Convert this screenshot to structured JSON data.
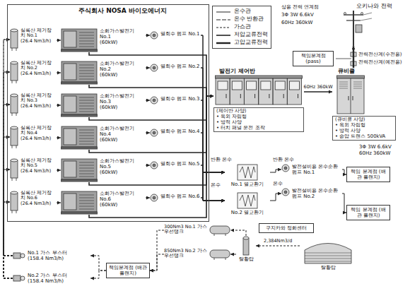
{
  "diagram": {
    "nodes": [
      {
        "text": [
          "주식회사 NOSA 바이오에너지"
        ]
      },
      {
        "text": [
          "실록산 제거장치 No.1",
          "(26.4 Nm3/h)"
        ],
        "in": 0
      },
      {
        "text": [
          "소화가스발전기 No.1",
          "(60kW)"
        ],
        "in": 0
      },
      {
        "text": [
          "열회수 펌프 No.1"
        ],
        "in": 0
      },
      {
        "text": [
          "실록산 제거장치 No.2",
          "(26.4 Nm3/h)"
        ],
        "in": 0
      },
      {
        "text": [
          "소화가스발전기 No.2",
          "(60kW)"
        ],
        "in": 0
      },
      {
        "text": [
          "열회수 펌프 No.2"
        ],
        "in": 0
      },
      {
        "text": [
          "실록산 제거장치 No.3",
          "(26.4 Nm3/h)"
        ],
        "in": 0
      },
      {
        "text": [
          "소화가스발전기 No.3",
          "(60kW)"
        ],
        "in": 0
      },
      {
        "text": [
          "열회수 펌프 No.3"
        ],
        "in": 0
      },
      {
        "text": [
          "실록산 제거장치 No.4",
          "(26.4 Nm3/h)"
        ],
        "in": 0
      },
      {
        "text": [
          "소화가스발전기 No.4",
          "(60kW)"
        ],
        "in": 0
      },
      {
        "text": [
          "열회수 펌프 No.4"
        ],
        "in": 0
      },
      {
        "text": [
          "실록산 제거장치 No.5",
          "(26.4 Nm3/h)"
        ],
        "in": 0
      },
      {
        "text": [
          "소화가스발전기 No.5",
          "(60kW)"
        ],
        "in": 0
      },
      {
        "text": [
          "열회수 펌프 No.5"
        ],
        "in": 0
      },
      {
        "text": [
          "실록산 제거장치 No.6",
          "(26.4 Nm3/h)"
        ],
        "in": 0
      },
      {
        "text": [
          "소화가스발전기 No.6",
          "(60kW)"
        ],
        "in": 0
      },
      {
        "text": [
          "열회수 펌프 No.6"
        ],
        "in": 0
      },
      {
        "text": [
          "오키나와 전력"
        ]
      },
      {
        "text": [
          "책임분계점 (pass)"
        ]
      },
      {
        "text": [
          "발전기 제어반",
          "(제어반 사양)",
          "• 옥외 자립형",
          "• 방적 사양",
          "• 터치 패널 운전 조작"
        ]
      },
      {
        "text": [
          "큐비클",
          "(큐비클 사양)",
          "• 옥외 자립형",
          "• 방적 사양",
          "• 승압 트랜스 500kVA"
        ]
      },
      {
        "text": [
          "No.1 열교환기"
        ]
      },
      {
        "text": [
          "No.2 열교환기"
        ]
      },
      {
        "text": [
          "발전설비용 온수순환펌프 No.1"
        ]
      },
      {
        "text": [
          "발전설비용 온수순환펌프 No.2"
        ]
      },
      {
        "text": [
          "책임 분계점 (배관 플랜지)"
        ]
      },
      {
        "text": [
          "책임 분계점 (배관 플랜지)"
        ]
      },
      {
        "text": [
          "구지카와 정화센터"
        ]
      },
      {
        "text": [
          "탈황탑"
        ]
      },
      {
        "text": [
          "탈황탑"
        ]
      },
      {
        "text": [
          "300Nm3 No.1 가스우선탱크"
        ]
      },
      {
        "text": [
          "850Nm3 No.2 가스우선탱크"
        ]
      },
      {
        "text": [
          "책임분계점 (배관 플랜지)"
        ]
      },
      {
        "text": [
          "No.1 가스 부스터",
          "(158.4 Nm3/h)"
        ]
      },
      {
        "text": [
          "No.2 가스 부스터",
          "(158.4 Nm3/h)"
        ]
      }
    ],
    "edges": [
      {
        "from": 1,
        "to": 2,
        "arrow": "to"
      },
      {
        "from": 2,
        "to": 3,
        "arrow": "to"
      },
      {
        "from": 3,
        "to": 23,
        "arrow": "to"
      },
      {
        "from": 3,
        "to": 24,
        "arrow": "to"
      },
      {
        "from": 2,
        "to": 21,
        "arrow": "to"
      },
      {
        "from": 4,
        "to": 5,
        "arrow": "to"
      },
      {
        "from": 5,
        "to": 6,
        "arrow": "to"
      },
      {
        "from": 6,
        "to": 23,
        "arrow": "to"
      },
      {
        "from": 6,
        "to": 24,
        "arrow": "to"
      },
      {
        "from": 5,
        "to": 21,
        "arrow": "to"
      },
      {
        "from": 7,
        "to": 8,
        "arrow": "to"
      },
      {
        "from": 8,
        "to": 9,
        "arrow": "to"
      },
      {
        "from": 9,
        "to": 23,
        "arrow": "to"
      },
      {
        "from": 9,
        "to": 24,
        "arrow": "to"
      },
      {
        "from": 8,
        "to": 21,
        "arrow": "to"
      },
      {
        "from": 10,
        "to": 11,
        "arrow": "to"
      },
      {
        "from": 11,
        "to": 12,
        "arrow": "to"
      },
      {
        "from": 12,
        "to": 23,
        "arrow": "to"
      },
      {
        "from": 12,
        "to": 24,
        "arrow": "to"
      },
      {
        "from": 11,
        "to": 21,
        "arrow": "to"
      },
      {
        "from": 13,
        "to": 14,
        "arrow": "to"
      },
      {
        "from": 14,
        "to": 15,
        "arrow": "to"
      },
      {
        "from": 15,
        "to": 23,
        "arrow": "to"
      },
      {
        "from": 15,
        "to": 24,
        "arrow": "to"
      },
      {
        "from": 14,
        "to": 21,
        "arrow": "to"
      },
      {
        "from": 16,
        "to": 17,
        "arrow": "to"
      },
      {
        "from": 17,
        "to": 18,
        "arrow": "to"
      },
      {
        "from": 18,
        "to": 23,
        "arrow": "to"
      },
      {
        "from": 18,
        "to": 24,
        "arrow": "to"
      },
      {
        "from": 17,
        "to": 21,
        "arrow": "to"
      },
      {
        "from": 21,
        "to": 22,
        "label": "60Hz 360kW",
        "arrow": "to"
      },
      {
        "from": 22,
        "to": 19,
        "arrow": "to"
      },
      {
        "from": 23,
        "to": 25,
        "arrow": "to"
      },
      {
        "from": 24,
        "to": 26,
        "arrow": "to"
      },
      {
        "from": 25,
        "to": 27,
        "arrow": "to"
      },
      {
        "from": 26,
        "to": 28,
        "arrow": "to"
      },
      {
        "from": 31,
        "to": 30,
        "label": "2,384Nm3/d",
        "arrow": "to"
      },
      {
        "from": 30,
        "to": 32,
        "arrow": "to"
      },
      {
        "from": 30,
        "to": 33,
        "arrow": "to"
      },
      {
        "from": 32,
        "to": 34,
        "arrow": "to"
      },
      {
        "from": 33,
        "to": 34,
        "arrow": "to"
      },
      {
        "from": 34,
        "to": 35,
        "arrow": "to"
      },
      {
        "from": 34,
        "to": 36,
        "arrow": "to"
      },
      {
        "from": 35,
        "to": 1,
        "arrow": "to"
      },
      {
        "from": 35,
        "to": 4,
        "arrow": "to"
      },
      {
        "from": 35,
        "to": 7,
        "arrow": "to"
      },
      {
        "from": 35,
        "to": 10,
        "arrow": "to"
      },
      {
        "from": 35,
        "to": 13,
        "arrow": "to"
      },
      {
        "from": 35,
        "to": 16,
        "arrow": "to"
      },
      {
        "from": 36,
        "to": 1,
        "arrow": "to"
      },
      {
        "from": 36,
        "to": 4,
        "arrow": "to"
      },
      {
        "from": 36,
        "to": 7,
        "arrow": "to"
      },
      {
        "from": 36,
        "to": 10,
        "arrow": "to"
      },
      {
        "from": 36,
        "to": 13,
        "arrow": "to"
      },
      {
        "from": 36,
        "to": 16,
        "arrow": "to"
      }
    ],
    "labels": [
      "상용 전력 연계점",
      "3Φ 3W 6.6kV",
      "60Hz 360kW",
      "전력전산계(수전용)",
      "전력전산계(예전용)",
      "3Φ 3W 6.6kV",
      "60Hz 360kW",
      "반환 온수",
      "온수",
      "반환 온수",
      "온수"
    ],
    "legend": [
      {
        "text": "온수관"
      },
      {
        "text": "온수 반환관"
      },
      {
        "text": "가스관"
      },
      {
        "text": "저압교류전력"
      },
      {
        "text": "고압교류전력"
      }
    ]
  }
}
